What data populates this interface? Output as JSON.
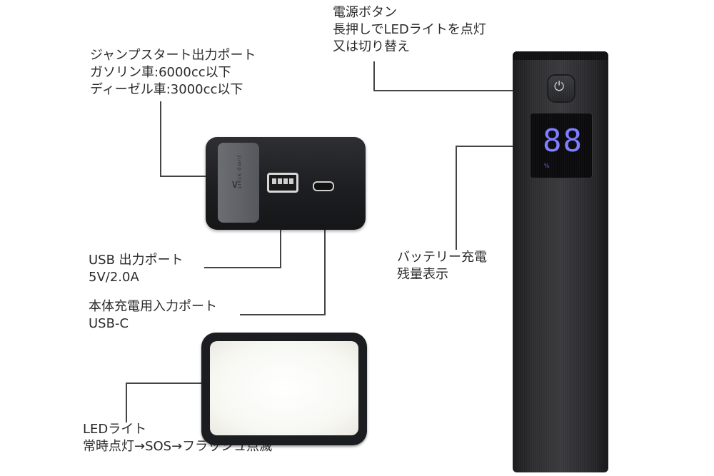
{
  "labels": {
    "power_button": [
      "電源ボタン",
      "長押しでLEDライトを点灯",
      "又は切り替え"
    ],
    "jump_start": [
      "ジャンプスタート出力ポート",
      "ガソリン車:6000cc以下",
      "ディーゼル車:3000cc以下"
    ],
    "usb_out": [
      "USB 出力ポート",
      "5V/2.0A"
    ],
    "input_port": [
      "本体充電用入力ポート",
      "USB-C"
    ],
    "battery": [
      "バッテリー充電",
      "残量表示"
    ],
    "led_light": [
      "LEDライト",
      "常時点灯→SOS→フラッシュ点滅"
    ]
  },
  "device": {
    "cap_text": "Jump Start",
    "display_digits": "88",
    "display_unit": "%"
  },
  "colors": {
    "display": "#7d7dff",
    "body": "#2d2d30"
  },
  "icons": [
    "power-icon",
    "chevron-down-icon"
  ]
}
